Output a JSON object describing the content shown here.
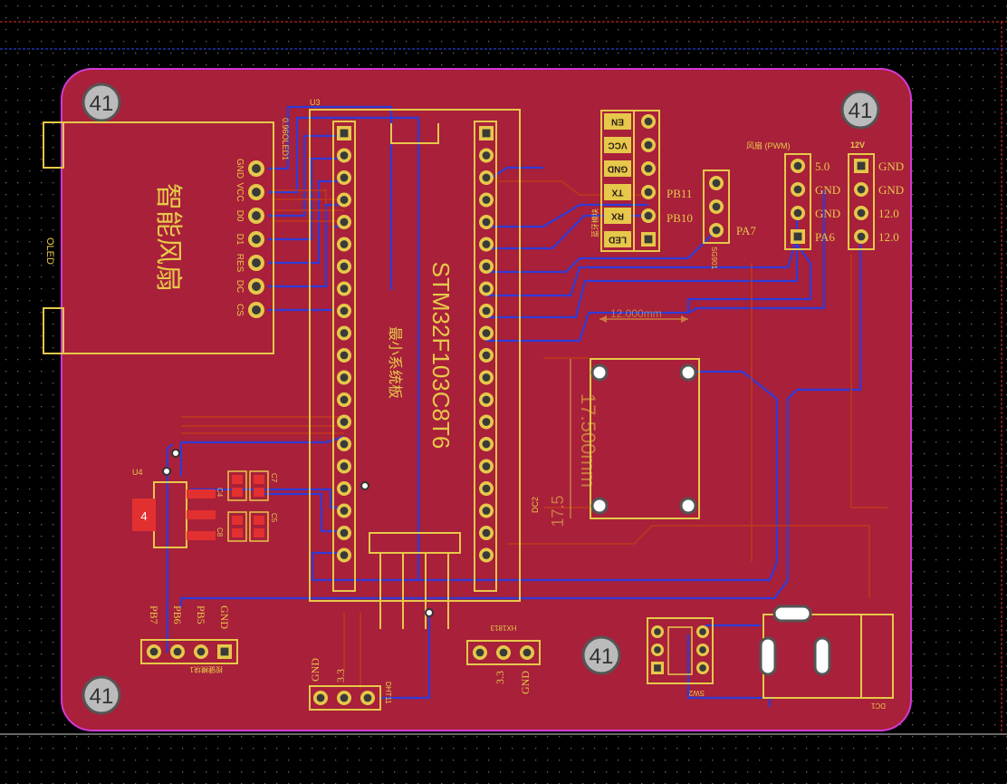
{
  "board": {
    "colors": {
      "background": "#000000",
      "grid_dot": "#6b6b6b",
      "board_fill": "#a8203a",
      "board_edge": "#d23ad6",
      "silkscreen": "#e6c84a",
      "trace_bottom": "#2f3bd8",
      "trace_top": "#c23a1a",
      "guide_red": "#e03030",
      "guide_blue": "#3050ff"
    },
    "mounting_holes": [
      "41",
      "41",
      "41",
      "41"
    ]
  },
  "components": {
    "oled": {
      "designator": "OLED",
      "title": "智能风扇",
      "pins": [
        "GND",
        "VCC",
        "D0",
        "D1",
        "RES",
        "DC",
        "CS"
      ]
    },
    "u3": {
      "designator": "U3",
      "net_label": "0.96OLED1",
      "chip": "STM32F103C8T6",
      "subtitle": "最小系统板"
    },
    "bluetooth": {
      "pins": [
        "EN",
        "VCC",
        "GND",
        "TX",
        "RX",
        "LED"
      ],
      "side_label": "蓝牙模块",
      "net_pb11": "PB11",
      "net_pb10": "PB10"
    },
    "sg90": {
      "designator": "SG901",
      "net_pa7": "PA7"
    },
    "fan": {
      "label": "风扇 (PWM)",
      "pins": [
        "5.0",
        "GND",
        "GND",
        "PA6"
      ]
    },
    "power12": {
      "label": "12V",
      "pins": [
        "GND",
        "GND",
        "12.0",
        "12.0"
      ]
    },
    "u4": {
      "designator": "U4",
      "pad_label": "4"
    },
    "caps": [
      "C7",
      "C4",
      "C5",
      "C8"
    ],
    "dc2": {
      "designator": "DC2",
      "dim_width": "12.000mm",
      "dim_height": "17.500mm",
      "dim_small": "17.5"
    },
    "keys": {
      "pins": [
        "PB7",
        "PB6",
        "PB5",
        "GND"
      ],
      "side_label": "按键模块1"
    },
    "dht11": {
      "designator": "DHT11",
      "pins": [
        "GND",
        "3.3"
      ]
    },
    "hx1813": {
      "designator": "HX1813",
      "pins": [
        "3.3",
        "GND"
      ]
    },
    "sw2": {
      "designator": "SW2"
    },
    "dc1": {
      "designator": "DC1"
    }
  }
}
